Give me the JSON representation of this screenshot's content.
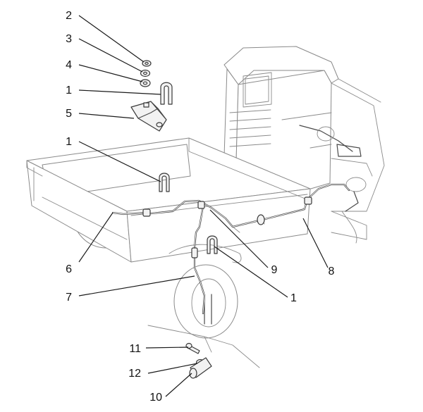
{
  "callouts": [
    {
      "id": "c2",
      "label": "2"
    },
    {
      "id": "c3",
      "label": "3"
    },
    {
      "id": "c4",
      "label": "4"
    },
    {
      "id": "c1a",
      "label": "1"
    },
    {
      "id": "c5",
      "label": "5"
    },
    {
      "id": "c1b",
      "label": "1"
    },
    {
      "id": "c6",
      "label": "6"
    },
    {
      "id": "c7",
      "label": "7"
    },
    {
      "id": "c9",
      "label": "9"
    },
    {
      "id": "c8",
      "label": "8"
    },
    {
      "id": "c1c",
      "label": "1"
    },
    {
      "id": "c11",
      "label": "11"
    },
    {
      "id": "c12",
      "label": "12"
    },
    {
      "id": "c10",
      "label": "10"
    }
  ]
}
